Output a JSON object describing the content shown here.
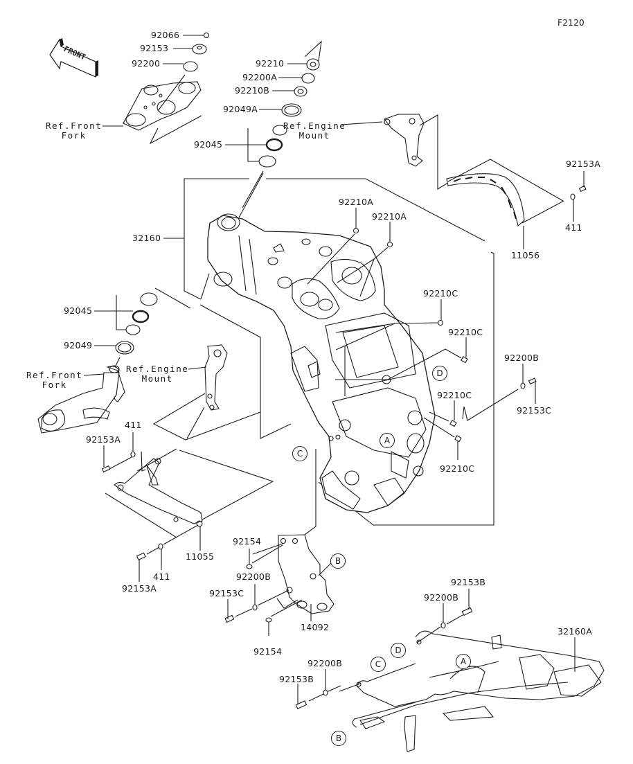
{
  "figure_code": "F2120",
  "direction_indicator": "FRONT",
  "callout_letters": {
    "a1": "A",
    "a2": "A",
    "b1": "B",
    "b2": "B",
    "c1": "C",
    "c2": "C",
    "d1": "D",
    "d2": "D"
  },
  "parts": {
    "p92066": "92066",
    "p92153": "92153",
    "p92200": "92200",
    "p92210": "92210",
    "p92200A": "92200A",
    "p92210B": "92210B",
    "p92049A": "92049A",
    "p92045_top": "92045",
    "p32160": "32160",
    "p92045_mid": "92045",
    "p92049": "92049",
    "p92210A_1": "92210A",
    "p92210A_2": "92210A",
    "p92210C_1": "92210C",
    "p92210C_2": "92210C",
    "p92210C_3": "92210C",
    "p92210C_4": "92210C",
    "p92200B_r": "92200B",
    "p92153C_r": "92153C",
    "p92153A_tr": "92153A",
    "p411_tr": "411",
    "p11056": "11056",
    "p411_l": "411",
    "p92153A_l": "92153A",
    "p11055": "11055",
    "p411_bl": "411",
    "p92153A_bl": "92153A",
    "p92154_1": "92154",
    "p92200B_m": "92200B",
    "p92153C_m": "92153C",
    "p92154_2": "92154",
    "p14092": "14092",
    "p92153B_r": "92153B",
    "p92200B_br": "92200B",
    "p32160A": "32160A",
    "p92200B_bm": "92200B",
    "p92153B_bm": "92153B"
  },
  "references": {
    "front_fork_top": [
      "Ref.Front",
      "Fork"
    ],
    "engine_mount_top": [
      "Ref.Engine",
      "Mount"
    ],
    "front_fork_mid": [
      "Ref.Front",
      "Fork"
    ],
    "engine_mount_mid": [
      "Ref.Engine",
      "Mount"
    ]
  }
}
